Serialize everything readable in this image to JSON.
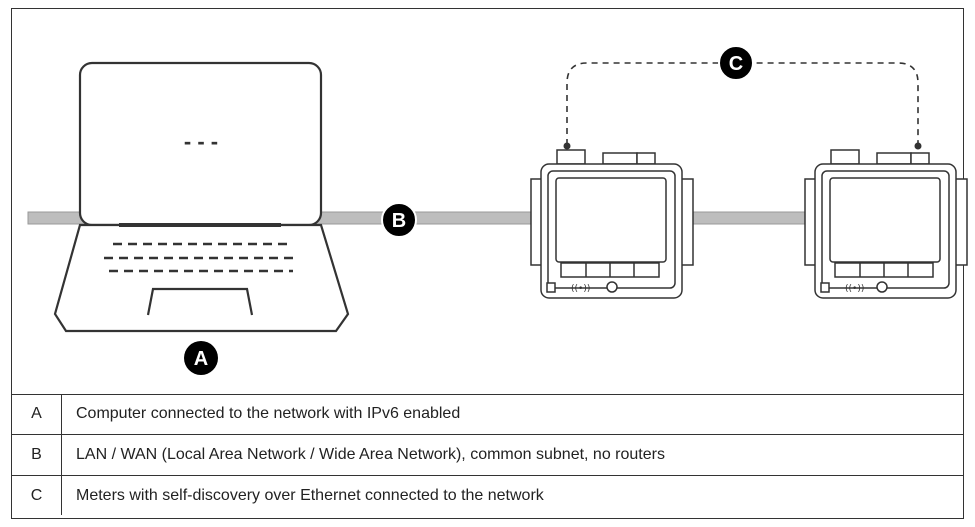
{
  "callouts": {
    "a": "A",
    "b": "B",
    "c": "C"
  },
  "laptop_screen_text": "- - -",
  "legend": [
    {
      "key": "A",
      "text": "Computer connected to the network with IPv6 enabled"
    },
    {
      "key": "B",
      "text": "LAN / WAN (Local Area Network / Wide Area Network), common subnet, no routers"
    },
    {
      "key": "C",
      "text": "Meters with self-discovery over Ethernet connected to the network"
    }
  ],
  "colors": {
    "network_bar": "#bdbdbd",
    "line": "#333333",
    "callout_fill": "#000000"
  }
}
